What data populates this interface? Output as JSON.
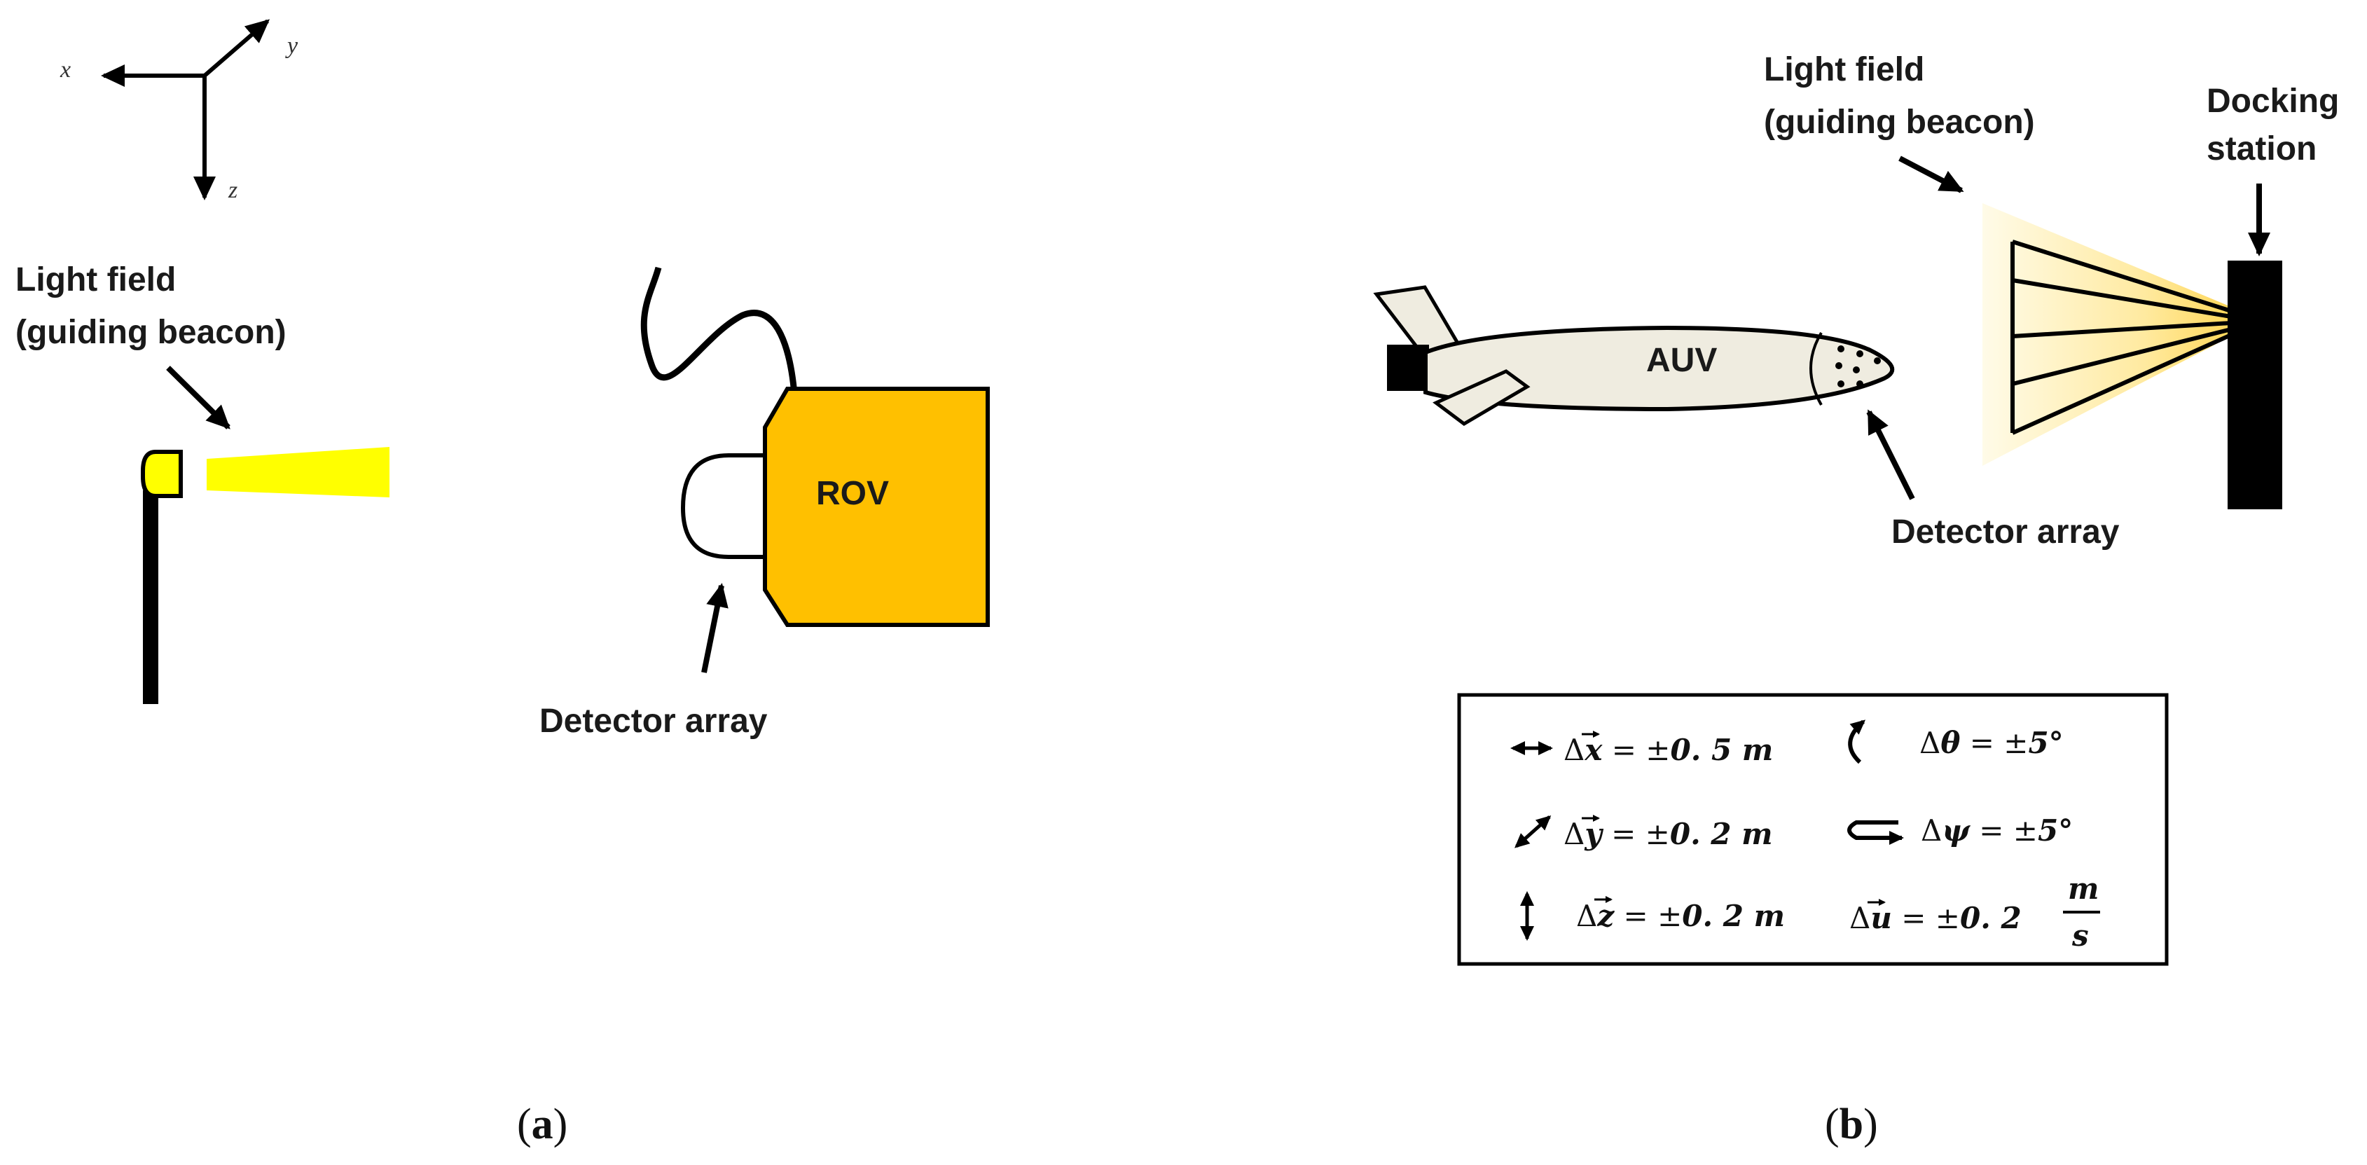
{
  "axes": {
    "x": "x",
    "y": "y",
    "z": "z"
  },
  "panel_a": {
    "light_field_line1": "Light field",
    "light_field_line2": "(guiding beacon)",
    "vehicle": "ROV",
    "detector": "Detector array",
    "caption_open": "(",
    "caption_letter": "a",
    "caption_close": ")"
  },
  "panel_b": {
    "light_field_line1": "Light field",
    "light_field_line2": "(guiding beacon)",
    "docking_line1": "Docking",
    "docking_line2": "station",
    "vehicle": "AUV",
    "detector": "Detector array",
    "caption_open": "(",
    "caption_letter": "b",
    "caption_close": ")"
  },
  "tolerances": {
    "dx": {
      "delta": "Δ",
      "sym": "x",
      "eq": " = ±",
      "val": "0. 5 ",
      "unit": "m"
    },
    "dy": {
      "delta": "Δ",
      "sym": "y",
      "eq": " = ±",
      "val": "0. 2 ",
      "unit": "m"
    },
    "dz": {
      "delta": "Δ",
      "sym": "z",
      "eq": " = ±",
      "val": "0. 2 ",
      "unit": "m"
    },
    "dtheta": {
      "delta": "Δ",
      "sym": "θ",
      "eq": " = ±",
      "val": "5°"
    },
    "dpsi": {
      "delta": "Δ",
      "sym": "ψ",
      "eq": " = ±",
      "val": "5°"
    },
    "du": {
      "delta": "Δ",
      "sym": "u",
      "eq": " = ±",
      "val": "0. 2",
      "unit_num": "m",
      "unit_den": "s"
    }
  },
  "colors": {
    "beacon_yellow": "#ffff00",
    "rov_orange": "#ffc000",
    "auv_body": "#efece0",
    "beam_light": "#fff3c4",
    "stroke": "#000000"
  }
}
